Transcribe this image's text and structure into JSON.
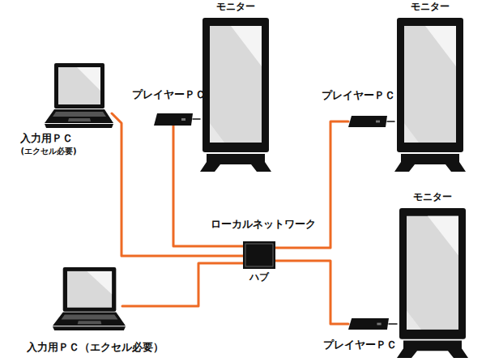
{
  "diagram": {
    "nodes": [
      {
        "text": [
          "モニター"
        ]
      },
      {
        "text": [
          "モニター"
        ]
      },
      {
        "text": [
          "プレイヤーＰＣ"
        ]
      },
      {
        "text": [
          "プレイヤーＰＣ"
        ]
      },
      {
        "text": [
          "入力用ＰＣ",
          "(エクセル必要)"
        ]
      },
      {
        "text": [
          "モニター"
        ]
      },
      {
        "text": [
          "ハブ"
        ]
      },
      {
        "text": [
          "入力用ＰＣ（エクセル必要）"
        ]
      },
      {
        "text": [
          "プレイヤーＰＣ"
        ]
      }
    ],
    "edges": [
      {
        "from": 4,
        "to": 6,
        "arrow": "none"
      },
      {
        "from": 2,
        "to": 6,
        "arrow": "none"
      },
      {
        "from": 3,
        "to": 6,
        "arrow": "none"
      },
      {
        "from": 8,
        "to": 6,
        "arrow": "none"
      },
      {
        "from": 7,
        "to": 6,
        "arrow": "none"
      },
      {
        "from": 2,
        "to": 0,
        "arrow": "none"
      },
      {
        "from": 3,
        "to": 1,
        "arrow": "none"
      },
      {
        "from": 8,
        "to": 5,
        "arrow": "none"
      }
    ],
    "labels": [
      "ローカルネットワーク"
    ]
  }
}
